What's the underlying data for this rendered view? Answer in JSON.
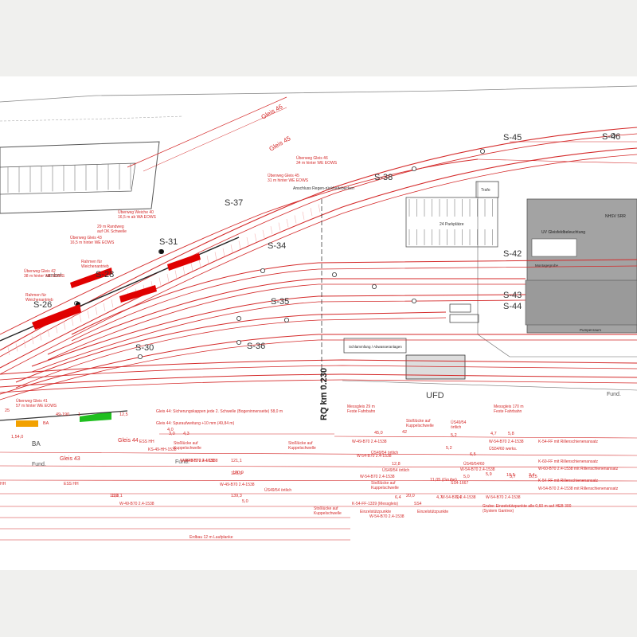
{
  "colors": {
    "background": "#f0f0ee",
    "sheet": "#ffffff",
    "track_red": "#d42a2a",
    "track_dark": "#333333",
    "fill_red": "#e00000",
    "fill_green": "#1fbf1f",
    "fill_orange": "#f2a100",
    "building": "#9e9e9e",
    "pale_red": "#f4b5b5"
  },
  "tracks": {
    "gleis_46": "Gleis 46",
    "gleis_45": "Gleis 45",
    "gleis_44": "Gleis 44",
    "gleis_43": "Gleis 43"
  },
  "signals": [
    "S-46",
    "S-45",
    "S-38",
    "S-37",
    "S-34",
    "S-31",
    "S-28",
    "S-26",
    "S-30",
    "S-36",
    "S-42",
    "S-43",
    "S-44",
    "S-35"
  ],
  "structures": {
    "trafo": "Trafo",
    "parking": "24 Parkplätze",
    "nhsv": "NHSV SRR",
    "uv_beleuchtung": "UV Gleisfeldbeleuchtung",
    "montagegrube": "Montagegrube",
    "pumpenraum": "Pumpenraum",
    "schlammfang": "Schlammfang / Abwasseranlagen",
    "ufd": "UFD",
    "anschluss": "Anschluss Regen-rückhaltebecken",
    "rq_km": "RQ km 0.230",
    "fund_1": "Fund.",
    "fund_2": "Fund.",
    "fund_3": "Fund.",
    "ba": "BA",
    "umbel": "umbel."
  },
  "notes": {
    "ueberweg_46": "Überweg Gleis 46\n34 m hinter WE EOWS",
    "ueberweg_45": "Überweg Gleis 45\n31 m hinter WE EOWS",
    "ueberweg_weiche": "Überweg Weiche 40\n16,5 m ab WA EOWS",
    "randweg": "29 m Randweg\nauf OK Schwelle",
    "ueberweg_43": "Überweg Gleis 43\n16,5 m hinter WE EOWS",
    "rahmen_weichenantrieb": "Rahmen für\nWeichenantrieb",
    "ueberweg_42": "Überweg Gleis 42\n38 m hinter WE EOWS",
    "rahmen_weichenantrieb_2": "Rahmen für\nWeichenantrieb",
    "ueberweg_41": "Überweg Gleis 41\n57 m hinter WE EOWS",
    "messgleis_29": "Messgleis 29 m\nFeste Fahrbahn",
    "messgleis_170": "Messgleis 170 m\nFeste Fahrbahn",
    "gleis44_sicherung": "Gleis 44: Sicherungskappen jede 2. Schwelle (Bogeninnenseite) 58,0 m",
    "gleis44_spur": "Gleis 44: Spuraufweitung +10 mm (49,84 m)",
    "ess_hh": "ESS HH",
    "ess_hh_2": "ESS HH",
    "ks49": "KS-49-HH-1538",
    "stoss_1": "Stoßlücke auf\nKuppelschwelle",
    "stoss_2": "Stoßlücke auf\nKuppelschwelle",
    "stoss_3": "Stoßlücke auf\nKuppelschwelle",
    "stoss_4": "Stoßlücke auf\nKuppelschwelle",
    "stoss_5": "Stoßlücke auf\nKuppelschwelle",
    "us49_ortlich": "ÜS49/54\nörtlich",
    "us49_ortlich_2": "ÜS49/54 örtlich",
    "us49_ortlich_3": "ÜS49/54 örtlich",
    "us49_ortlich_4": "ÜS49/54 örtlich",
    "us54_60": "ÜS54/60 werks.",
    "us49_54_60": "ÜS49/54/60",
    "k54ff_1": "K-54-FF mit Rillenschienenansatz",
    "k60ff": "K-60-FF mit Rillenschienenansatz",
    "w60_ril": "W-60-B70 2.4-1538 mit Rillenschienenansatz",
    "k54ff_2": "K-54-FF mit Rillenschienenansatz",
    "w54_ril": "W-54-B70 2.4-1538 mit Rillenschienenansatz",
    "k54_messgl": "K-54-FF-1339 (Messgleis)",
    "einzelstuetz_1": "Einzelstützpunkte",
    "einzelstuetz_2": "Einzelstützpunkte",
    "grube": "Grube: Einzelstützpunkte alle 0,60 m auf HEB 300\n(System Gantrex)",
    "erdbau": "Erdbau 12 m Laufplanke",
    "ss4_1": "SS4-1667",
    "ss4_2": "SS4",
    "hh": "HH",
    "w49_1": "W-49-B70 2.4-1538",
    "w49_2": "W-49-B70 2.4-1538",
    "w49_3": "W-49-B70 2.4-1538",
    "w49_4": "W-49-B70 2.4-1538",
    "w49_5": "W-49-B70 2.4-1538",
    "w54_1": "W-54-B70 2.4-1538",
    "w54_2": "W-54-B70 2.4-1538",
    "w54_3": "W-54-B70 2.4-1538",
    "w54_4": "W-54-B70 2.4-1538",
    "w54_5": "W-54-B70 2.4-1538",
    "w54_6": "W-54-B70 2.4-1538",
    "w54_7": "W-54-B70 2.4-1538",
    "nums": [
      "25",
      "49-190",
      "1",
      "12,5",
      "3,0",
      "4,0",
      "4,3",
      "45,0",
      "42",
      "5,2",
      "4,7",
      "5,8",
      "12,8",
      "6,5",
      "5,0",
      "3,7",
      "10,5",
      "13,1",
      "5,0",
      "123,3",
      "120,9",
      "121,1",
      "138,1",
      "139,3",
      "20,0",
      "6,4",
      "4,7",
      "6,4",
      "5,9",
      "3,4",
      "10,5",
      "11,05 (Grube)",
      "BA",
      "1,54,0",
      "5,2"
    ]
  }
}
